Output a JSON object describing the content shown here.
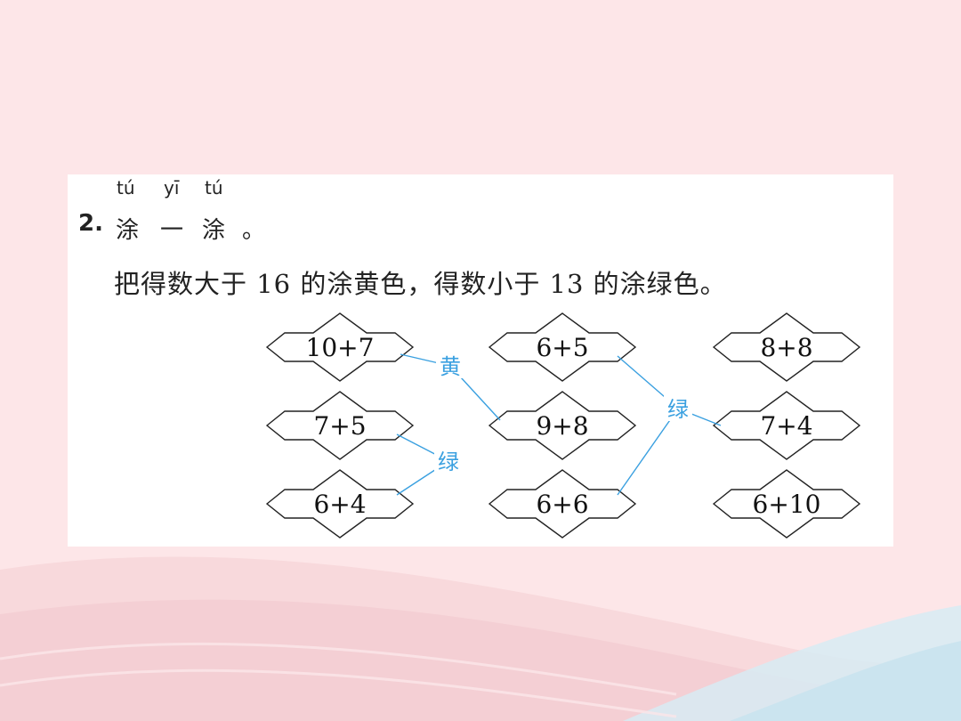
{
  "question": {
    "number": "2.",
    "pinyin": [
      "tú",
      "yī",
      "tú"
    ],
    "title_chars": [
      "涂",
      "一",
      "涂",
      "。"
    ],
    "instruction": "把得数大于 16 的涂黄色，得数小于 13 的涂绿色。"
  },
  "cards": [
    {
      "expr": "10+7",
      "col": 0,
      "row": 0
    },
    {
      "expr": "7+5",
      "col": 0,
      "row": 1
    },
    {
      "expr": "6+4",
      "col": 0,
      "row": 2
    },
    {
      "expr": "6+5",
      "col": 1,
      "row": 0
    },
    {
      "expr": "9+8",
      "col": 1,
      "row": 1
    },
    {
      "expr": "6+6",
      "col": 1,
      "row": 2
    },
    {
      "expr": "8+8",
      "col": 2,
      "row": 0
    },
    {
      "expr": "7+4",
      "col": 2,
      "row": 1
    },
    {
      "expr": "6+10",
      "col": 2,
      "row": 2
    }
  ],
  "annotations": [
    {
      "label": "黄",
      "links": [
        "10+7",
        "9+8"
      ]
    },
    {
      "label": "绿",
      "links": [
        "7+5",
        "6+4"
      ]
    },
    {
      "label": "绿",
      "links": [
        "6+5",
        "7+4",
        "6+6"
      ]
    }
  ],
  "colors": {
    "background": "#fde6e8",
    "annotation": "#3aa0e0",
    "wave": "#f6d2d6",
    "wave_accent": "#cfe7f2"
  }
}
